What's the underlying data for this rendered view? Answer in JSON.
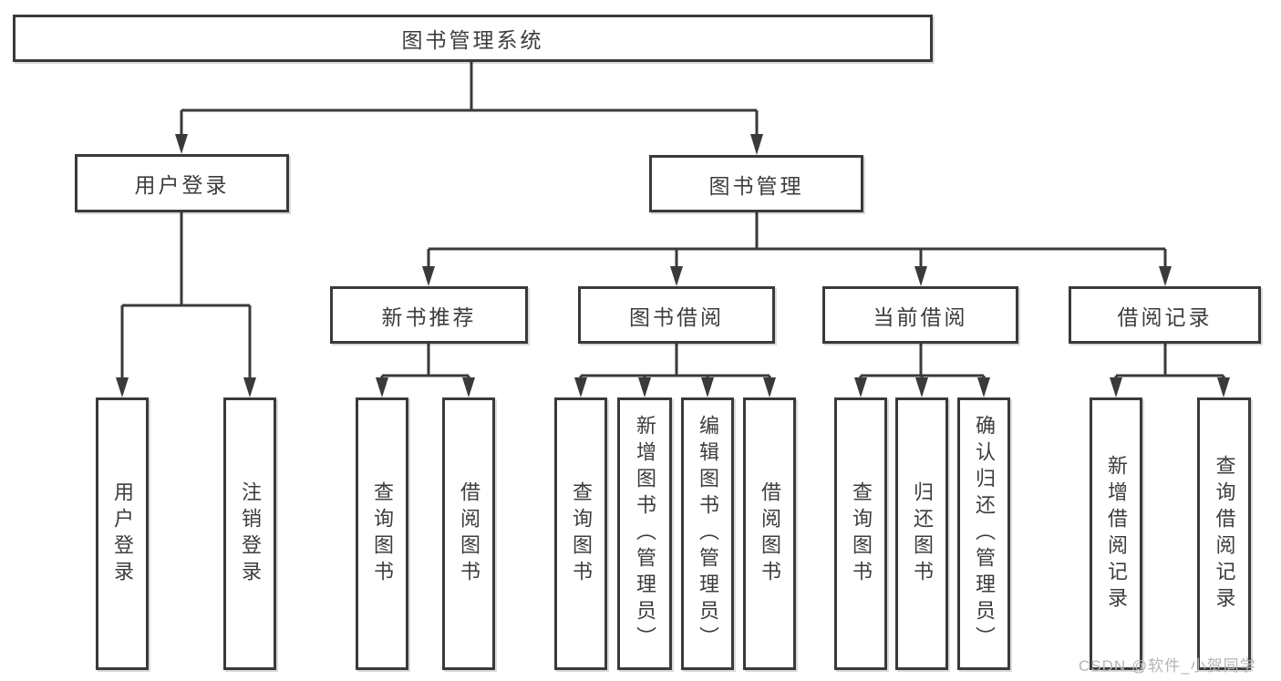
{
  "tree": {
    "label": "图书管理系统",
    "children": [
      {
        "label": "用户登录",
        "children": [
          {
            "label": "用户登录"
          },
          {
            "label": "注销登录"
          }
        ]
      },
      {
        "label": "图书管理",
        "children": [
          {
            "label": "新书推荐",
            "children": [
              {
                "label": "查询图书"
              },
              {
                "label": "借阅图书"
              }
            ]
          },
          {
            "label": "图书借阅",
            "children": [
              {
                "label": "查询图书"
              },
              {
                "label": "新增图书（管理员）"
              },
              {
                "label": "编辑图书（管理员）"
              },
              {
                "label": "借阅图书"
              }
            ]
          },
          {
            "label": "当前借阅",
            "children": [
              {
                "label": "查询图书"
              },
              {
                "label": "归还图书"
              },
              {
                "label": "确认归还（管理员）"
              }
            ]
          },
          {
            "label": "借阅记录",
            "children": [
              {
                "label": "新增借阅记录"
              },
              {
                "label": "查询借阅记录"
              }
            ]
          }
        ]
      }
    ]
  },
  "watermark": {
    "text": "CSDN @软件_小贺同学"
  },
  "colors": {
    "line": "#3a3a3a",
    "text": "#3d3d3d",
    "watermark": "#b5b5b5",
    "background": "#ffffff"
  }
}
